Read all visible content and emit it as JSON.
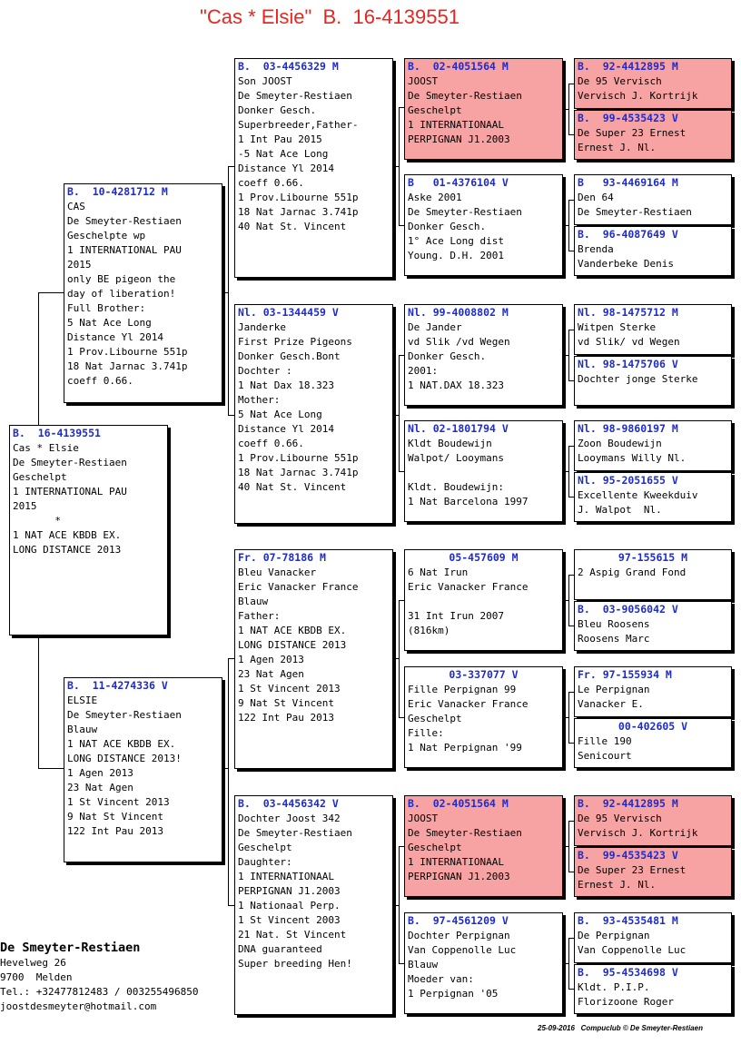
{
  "title": "\"Cas * Elsie\"  B.  16-4139551",
  "breeder": {
    "name": "De Smeyter-Restiaen",
    "address": [
      "Hevelweg 26",
      "9700  Melden",
      "Tel.: +32477812483 / 003255496850",
      "joostdesmeyter@hotmail.com"
    ]
  },
  "footer": {
    "date": "25-09-2016",
    "software": "Compuclub © De Smeyter-Restiaen"
  },
  "colors": {
    "highlight": "#f7a3a3",
    "header_text": "#1d2bd0",
    "title": "#e8261f"
  },
  "boxes": [
    {
      "id": "subject",
      "header": "B.  16-4139551",
      "lines": [
        "Cas * Elsie",
        "De Smeyter-Restiaen",
        "Geschelpt",
        "1 INTERNATIONAL PAU",
        "2015",
        "       *",
        "1 NAT ACE KBDB EX.",
        "LONG DISTANCE 2013"
      ]
    },
    {
      "id": "sire",
      "header": "B.  10-4281712 M",
      "lines": [
        "CAS",
        "De Smeyter-Restiaen",
        "Geschelpte wp",
        "1 INTERNATIONAL PAU",
        "2015",
        "only BE pigeon the",
        "day of liberation!",
        "Full Brother:",
        "5 Nat Ace Long",
        "Distance Yl 2014",
        "1 Prov.Libourne 551p",
        "18 Nat Jarnac 3.741p",
        "coeff 0.66."
      ]
    },
    {
      "id": "dam",
      "header": "B.  11-4274336 V",
      "lines": [
        "ELSIE",
        "De Smeyter-Restiaen",
        "Blauw",
        "1 NAT ACE KBDB EX.",
        "LONG DISTANCE 2013!",
        "1 Agen 2013",
        "23 Nat Agen",
        "1 St Vincent 2013",
        "9 Nat St Vincent",
        "122 Int Pau 2013"
      ]
    },
    {
      "id": "ss",
      "header": "B.  03-4456329 M",
      "lines": [
        "Son JOOST",
        "De Smeyter-Restiaen",
        "Donker Gesch.",
        "Superbreeder,Father-",
        "1 Int Pau 2015",
        "-5 Nat Ace Long",
        "Distance Yl 2014",
        "coeff 0.66.",
        "1 Prov.Libourne 551p",
        "18 Nat Jarnac 3.741p",
        "40 Nat St. Vincent"
      ]
    },
    {
      "id": "sd",
      "header": "Nl. 03-1344459 V",
      "lines": [
        "Janderke",
        "First Prize Pigeons",
        "Donker Gesch.Bont",
        "Dochter :",
        "1 Nat Dax 18.323",
        "Mother:",
        "5 Nat Ace Long",
        "Distance Yl 2014",
        "coeff 0.66.",
        "1 Prov.Libourne 551p",
        "18 Nat Jarnac 3.741p",
        "40 Nat St. Vincent"
      ]
    },
    {
      "id": "ds",
      "header": "Fr. 07-78186 M",
      "lines": [
        "Bleu Vanacker",
        "Eric Vanacker France",
        "Blauw",
        "Father:",
        "1 NAT ACE KBDB EX.",
        "LONG DISTANCE 2013",
        "1 Agen 2013",
        "23 Nat Agen",
        "1 St Vincent 2013",
        "9 Nat St Vincent",
        "122 Int Pau 2013"
      ]
    },
    {
      "id": "dd",
      "header": "B.  03-4456342 V",
      "lines": [
        "Dochter Joost 342",
        "De Smeyter-Restiaen",
        "Geschelpt",
        "Daughter:",
        "1 INTERNATIONAAL",
        "PERPIGNAN J1.2003",
        "1 Nationaal Perp.",
        "1 St Vincent 2003",
        "21 Nat. St Vincent",
        "DNA guaranteed",
        "Super breeding Hen!"
      ]
    },
    {
      "id": "sss",
      "header": "B.  02-4051564 M",
      "lines": [
        "JOOST",
        "De Smeyter-Restiaen",
        "Geschelpt",
        "1 INTERNATIONAAL",
        "PERPIGNAN J1.2003"
      ]
    },
    {
      "id": "ssd",
      "header": "B   01-4376104 V",
      "lines": [
        "Aske 2001",
        "De Smeyter-Restiaen",
        "Donker Gesch.",
        "1° Ace Long dist",
        "Young. D.H. 2001"
      ]
    },
    {
      "id": "sds",
      "header": "Nl. 99-4008802 M",
      "lines": [
        "De Jander",
        "vd Slik /vd Wegen",
        "Donker Gesch.",
        "2001:",
        "1 NAT.DAX 18.323"
      ]
    },
    {
      "id": "sdd",
      "header": "Nl. 02-1801794 V",
      "lines": [
        "Kldt Boudewijn",
        "Walpot/ Looymans",
        "",
        "Kldt. Boudewijn:",
        "1 Nat Barcelona 1997"
      ]
    },
    {
      "id": "dss",
      "header": "05-457609 M",
      "lines": [
        "6 Nat Irun",
        "Eric Vanacker France",
        "",
        "31 Int Irun 2007",
        "(816km)"
      ]
    },
    {
      "id": "dsd",
      "header": "03-337077 V",
      "lines": [
        "Fille Perpignan 99",
        "Eric Vanacker France",
        "Geschelpt",
        "Fille:",
        "1 Nat Perpignan '99"
      ]
    },
    {
      "id": "dds",
      "header": "B.  02-4051564 M",
      "lines": [
        "JOOST",
        "De Smeyter-Restiaen",
        "Geschelpt",
        "1 INTERNATIONAAL",
        "PERPIGNAN J1.2003"
      ]
    },
    {
      "id": "ddd",
      "header": "B.  97-4561209 V",
      "lines": [
        "Dochter Perpignan",
        "Van Coppenolle Luc",
        "Blauw",
        "Moeder van:",
        "1 Perpignan '05"
      ]
    },
    {
      "id": "g1",
      "header": "B.  92-4412895 M",
      "lines": [
        "De 95 Vervisch",
        "Vervisch J. Kortrijk"
      ]
    },
    {
      "id": "g2",
      "header": "B.  99-4535423 V",
      "lines": [
        "De Super 23 Ernest",
        "Ernest J. Nl."
      ]
    },
    {
      "id": "g3",
      "header": "B   93-4469164 M",
      "lines": [
        "Den 64",
        "De Smeyter-Restiaen"
      ]
    },
    {
      "id": "g4",
      "header": "B.  96-4087649 V",
      "lines": [
        "Brenda",
        "Vanderbeke Denis"
      ]
    },
    {
      "id": "g5",
      "header": "Nl. 98-1475712 M",
      "lines": [
        "Witpen Sterke",
        "vd Slik/ vd Wegen"
      ]
    },
    {
      "id": "g6",
      "header": "Nl. 98-1475706 V",
      "lines": [
        "Dochter jonge Sterke"
      ]
    },
    {
      "id": "g7",
      "header": "Nl. 98-9860197 M",
      "lines": [
        "Zoon Boudewijn",
        "Looymans Willy Nl."
      ]
    },
    {
      "id": "g8",
      "header": "Nl. 95-2051655 V",
      "lines": [
        "Excellente Kweekduiv",
        "J. Walpot  Nl."
      ]
    },
    {
      "id": "g9",
      "header": "97-155615 M",
      "lines": [
        "2 Aspig Grand Fond"
      ]
    },
    {
      "id": "g10",
      "header": "B.  03-9056042 V",
      "lines": [
        "Bleu Roosens",
        "Roosens Marc"
      ]
    },
    {
      "id": "g11",
      "header": "Fr. 97-155934 M",
      "lines": [
        "Le Perpignan",
        "Vanacker E."
      ]
    },
    {
      "id": "g12",
      "header": "00-402605 V",
      "lines": [
        "Fille 190",
        "Senicourt"
      ]
    },
    {
      "id": "g13",
      "header": "B.  92-4412895 M",
      "lines": [
        "De 95 Vervisch",
        "Vervisch J. Kortrijk"
      ]
    },
    {
      "id": "g14",
      "header": "B.  99-4535423 V",
      "lines": [
        "De Super 23 Ernest",
        "Ernest J. Nl."
      ]
    },
    {
      "id": "g15",
      "header": "B.  93-4535481 M",
      "lines": [
        "De Perpignan",
        "Van Coppenolle Luc"
      ]
    },
    {
      "id": "g16",
      "header": "B.  95-4534698 V",
      "lines": [
        "Kldt. P.I.P.",
        "Florizoone Roger"
      ]
    }
  ]
}
